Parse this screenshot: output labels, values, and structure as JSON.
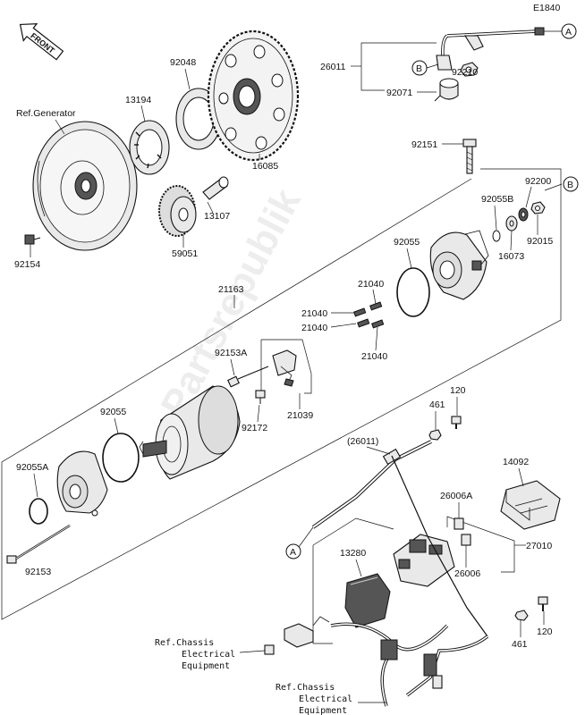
{
  "diagram_code": "E1840",
  "front_label": "FRONT",
  "watermark": "Partsrepublik",
  "callout_letters": {
    "a": "A",
    "b": "B"
  },
  "labels": {
    "ref_generator": "Ref.Generator",
    "p92048": "92048",
    "p13194": "13194",
    "p16085": "16085",
    "p13107": "13107",
    "p59051": "59051",
    "p92154": "92154",
    "p26011": "26011",
    "p92210": "92210",
    "p92071": "92071",
    "p92151": "92151",
    "p92200": "92200",
    "p92055B": "92055B",
    "p16073": "16073",
    "p92015": "92015",
    "p92055_top": "92055",
    "p21163": "21163",
    "p21040_a": "21040",
    "p21040_b": "21040",
    "p21040_c": "21040",
    "p21040_d": "21040",
    "p92153A": "92153A",
    "p92172": "92172",
    "p21039": "21039",
    "p92055_left": "92055",
    "p92055A": "92055A",
    "p92153": "92153",
    "p461_top": "461",
    "p120_top": "120",
    "p26011_paren": "(26011)",
    "p14092": "14092",
    "p26006A": "26006A",
    "p26006": "26006",
    "p27010": "27010",
    "p13280": "13280",
    "p461_bottom": "461",
    "p120_bottom": "120",
    "ref_chassis_1_l1": "Ref.Chassis",
    "ref_chassis_1_l2": "Electrical",
    "ref_chassis_1_l3": "Equipment",
    "ref_chassis_2_l1": "Ref.Chassis",
    "ref_chassis_2_l2": "Electrical",
    "ref_chassis_2_l3": "Equipment"
  }
}
